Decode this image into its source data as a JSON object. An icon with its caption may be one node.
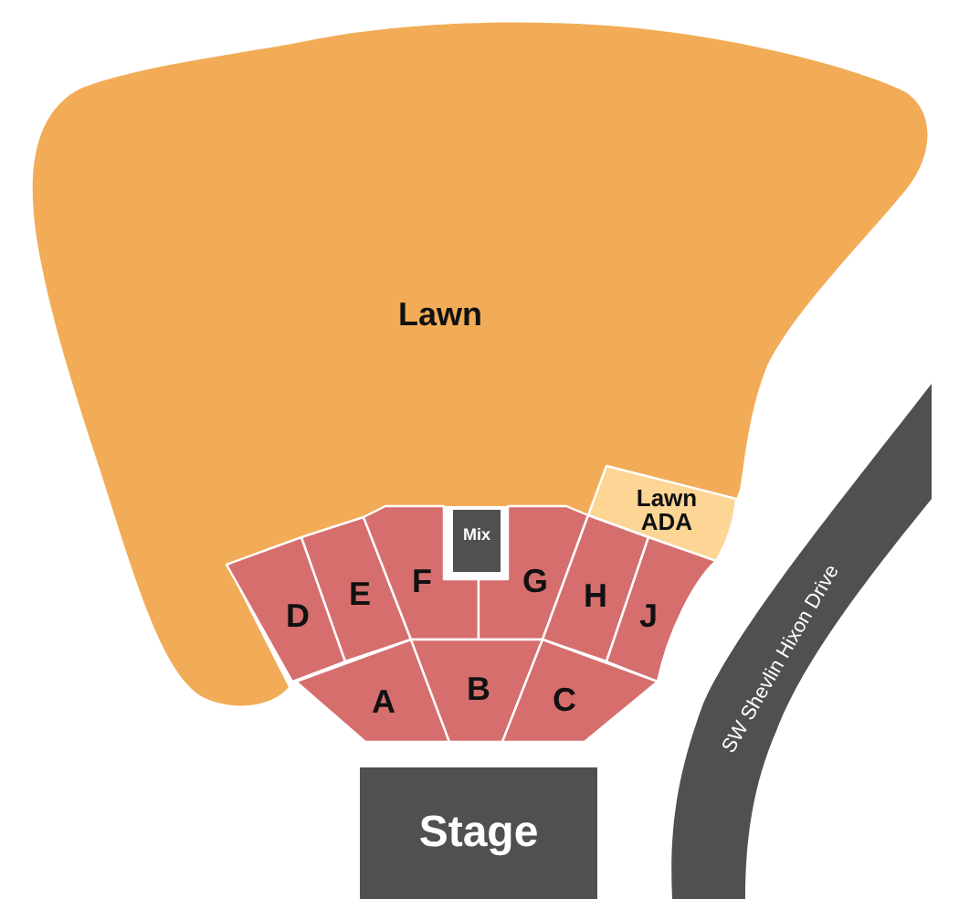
{
  "diagram": {
    "nodes": [
      {
        "text": [
          "Lawn"
        ]
      },
      {
        "text": [
          "Lawn ADA"
        ]
      },
      {
        "text": [
          "Mix"
        ]
      },
      {
        "text": [
          "D"
        ]
      },
      {
        "text": [
          "E"
        ]
      },
      {
        "text": [
          "F"
        ]
      },
      {
        "text": [
          "G"
        ]
      },
      {
        "text": [
          "H"
        ]
      },
      {
        "text": [
          "J"
        ]
      },
      {
        "text": [
          "A"
        ]
      },
      {
        "text": [
          "B"
        ]
      },
      {
        "text": [
          "C"
        ]
      },
      {
        "text": [
          "Stage"
        ]
      },
      {
        "text": [
          "SW Shevlin Hixon Drive"
        ]
      }
    ]
  }
}
